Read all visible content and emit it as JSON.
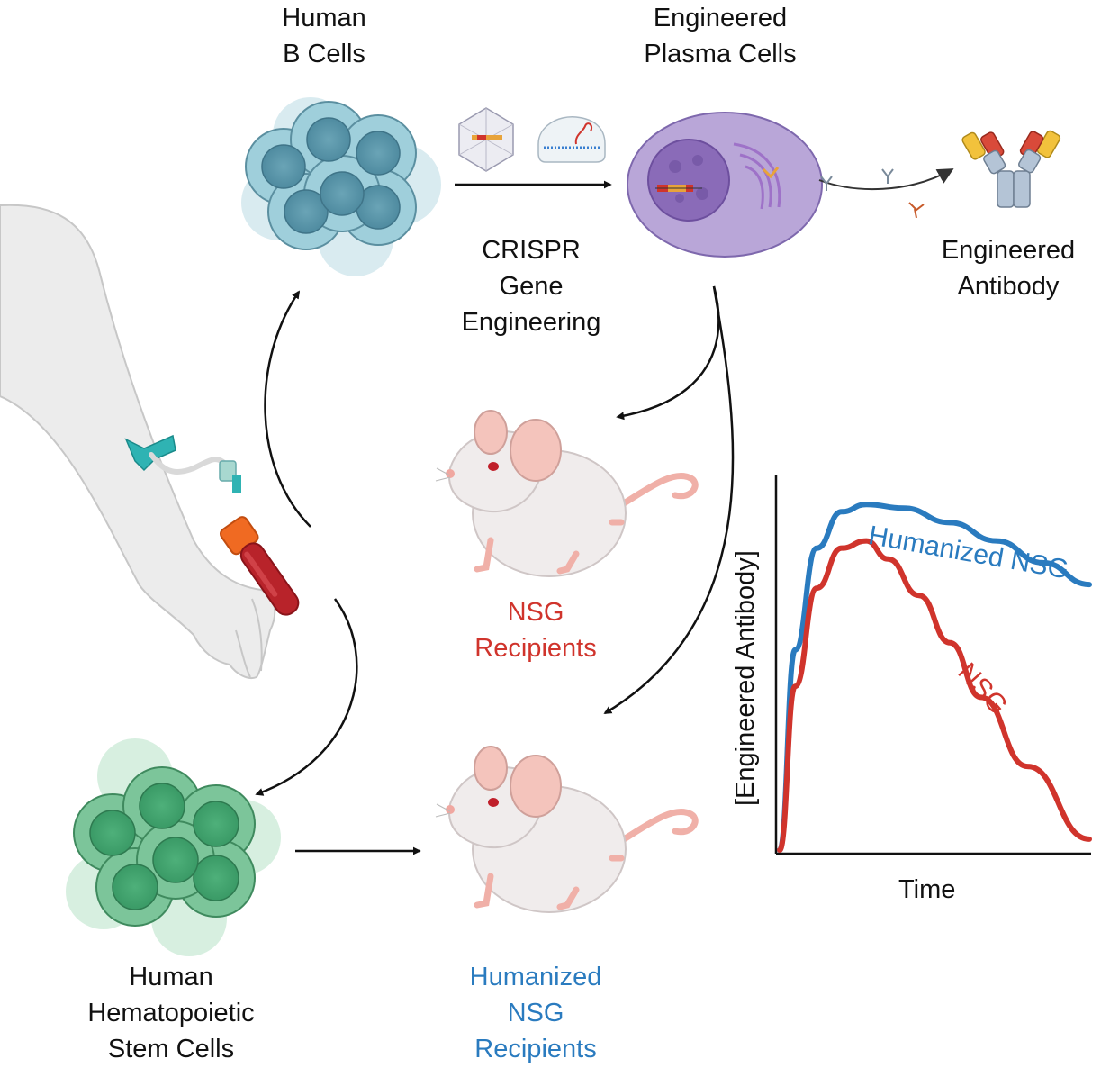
{
  "labels": {
    "b_cells": [
      "Human",
      "B Cells"
    ],
    "plasma_cells": [
      "Engineered",
      "Plasma Cells"
    ],
    "antibody": [
      "Engineered",
      "Antibody"
    ],
    "crispr": [
      "CRISPR",
      "Gene",
      "Engineering"
    ],
    "nsg": [
      "NSG",
      "Recipients"
    ],
    "humanized": [
      "Humanized",
      "NSG",
      "Recipients"
    ],
    "hsc": [
      "Human",
      "Hematopoietic",
      "Stem Cells"
    ]
  },
  "colors": {
    "nsg_red": "#d0342c",
    "humanized_blue": "#2a7bbf",
    "b_cell_fill": "#9fcfdb",
    "stem_cell_fill": "#7cc59a",
    "plasma_fill": "#b9a6d8"
  },
  "chart_data": {
    "type": "line",
    "xlabel": "Time",
    "ylabel": "[Engineered Antibody]",
    "x_ticks": [],
    "y_ticks": [],
    "grid": false,
    "legend": "inline labels on curves",
    "series": [
      {
        "name": "Humanized NSG",
        "color": "#2a7bbf",
        "x": [
          0,
          0.05,
          0.12,
          0.2,
          0.28,
          0.4,
          0.55,
          0.7,
          0.85,
          1.0
        ],
        "y": [
          0.0,
          0.55,
          0.83,
          0.93,
          0.95,
          0.94,
          0.9,
          0.85,
          0.79,
          0.73
        ]
      },
      {
        "name": "NSG",
        "color": "#d0342c",
        "x": [
          0,
          0.05,
          0.12,
          0.2,
          0.28,
          0.35,
          0.45,
          0.55,
          0.65,
          0.8,
          1.0
        ],
        "y": [
          0.0,
          0.45,
          0.72,
          0.83,
          0.85,
          0.8,
          0.7,
          0.57,
          0.42,
          0.23,
          0.03
        ]
      }
    ]
  }
}
